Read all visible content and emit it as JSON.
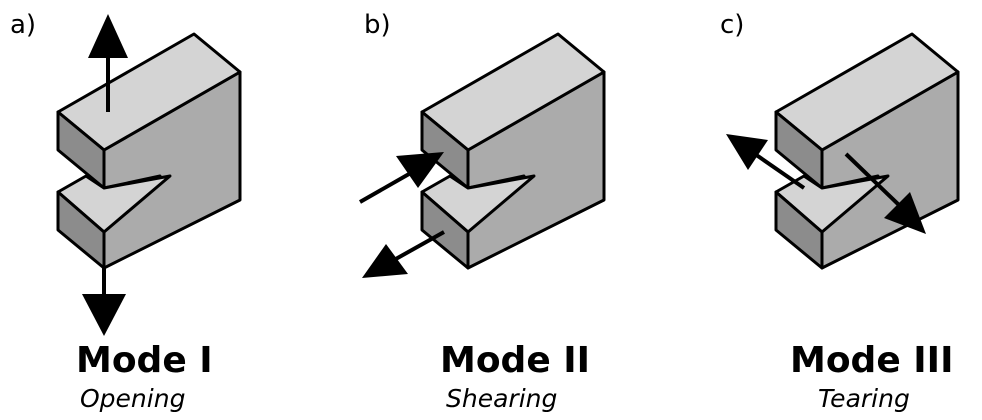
{
  "panels": [
    {
      "letter": "a)",
      "mode": "Mode I",
      "name": "Opening"
    },
    {
      "letter": "b)",
      "mode": "Mode II",
      "name": "Shearing"
    },
    {
      "letter": "c)",
      "mode": "Mode III",
      "name": "Tearing"
    }
  ],
  "colors": {
    "top_face": "#d4d4d4",
    "front_face": "#8c8c8c",
    "right_face": "#ababab",
    "outline": "#000000",
    "arrow": "#000000"
  }
}
